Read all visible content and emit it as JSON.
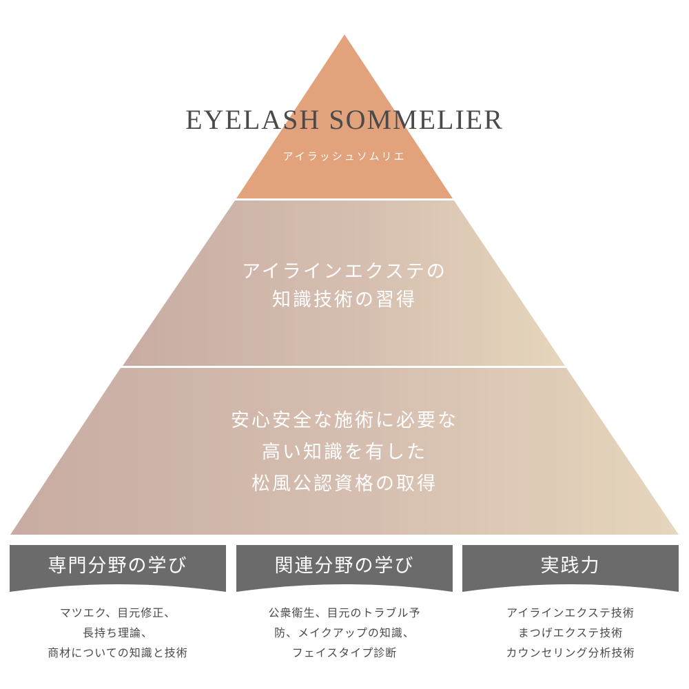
{
  "pyramid": {
    "top": {
      "title": "EYELASH SOMMELIER",
      "subtitle": "アイラッシュソムリエ",
      "color": "#e1a27c"
    },
    "middle": {
      "lines": [
        "アイラインエクステの",
        "知識技術の習得"
      ]
    },
    "bottom": {
      "lines": [
        "安心安全な施術に必要な",
        "高い知識を有した",
        "松風公認資格の取得"
      ]
    },
    "gradient": {
      "left": "#c8aca3",
      "right": "#e6d6bc"
    }
  },
  "pillars": [
    {
      "label": "専門分野の学び",
      "desc": [
        "マツエク、目元修正、",
        "長持ち理論、",
        "商材についての知識と技術"
      ]
    },
    {
      "label": "関連分野の学び",
      "desc": [
        "公衆衛生、目元のトラブル予",
        "防、メイクアップの知識、",
        "フェイスタイプ診断"
      ]
    },
    {
      "label": "実践力",
      "desc": [
        "アイラインエクステ技術",
        "まつげエクステ技術",
        "カウンセリング分析技術"
      ]
    }
  ],
  "colors": {
    "pillar_bg": "#6b6b6b",
    "text_dark": "#4a4a4a"
  }
}
